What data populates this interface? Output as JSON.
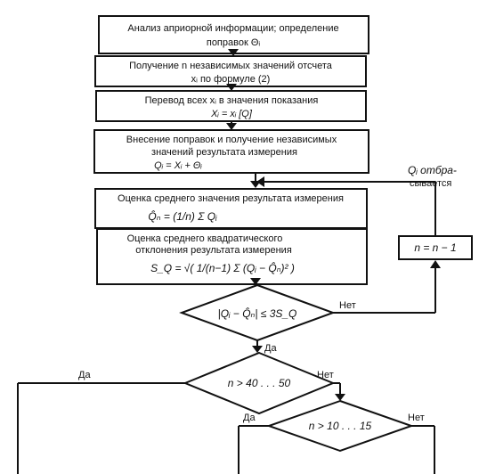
{
  "boxes": {
    "b1": {
      "lines": [
        "Анализ априорной информации; определение",
        "поправок  Θᵢ"
      ]
    },
    "b2": {
      "lines": [
        "Получение  n  независимых значений отсчета",
        "xᵢ  по формуле (2)"
      ]
    },
    "b3": {
      "lines": [
        "Перевод всех  xᵢ  в значения показания",
        "Xᵢ = xᵢ [Q]"
      ]
    },
    "b4": {
      "lines": [
        "Внесение поправок и получение независимых",
        "значений результата измерения",
        "Qᵢ = Xᵢ + Θᵢ"
      ]
    },
    "b5": {
      "lines": [
        "Оценка среднего значения результата измерения",
        "Q̂ₙ = (1/n) Σ Qᵢ"
      ]
    },
    "b6": {
      "lines": [
        "Оценка среднего квадратического",
        "отклонения результата измерения",
        "S_Q = √( 1/(n−1) Σ (Qᵢ − Q̂ₙ)² )"
      ]
    },
    "b7": {
      "label": "n = n − 1"
    }
  },
  "diamonds": {
    "d1": {
      "label": "|Qᵢ − Q̂ₙ| ≤ 3S_Q"
    },
    "d2": {
      "label": "n > 40 . . . 50"
    },
    "d3": {
      "label": "n > 10 . . . 15"
    }
  },
  "edge_labels": {
    "d1_yes": "Да",
    "d1_no": "Нет",
    "d2_yes": "Да",
    "d2_no": "Нет",
    "d3_yes": "Да",
    "d3_no": "Нет",
    "discard_1": "Qᵢ  отбра-",
    "discard_2": "сывается"
  }
}
